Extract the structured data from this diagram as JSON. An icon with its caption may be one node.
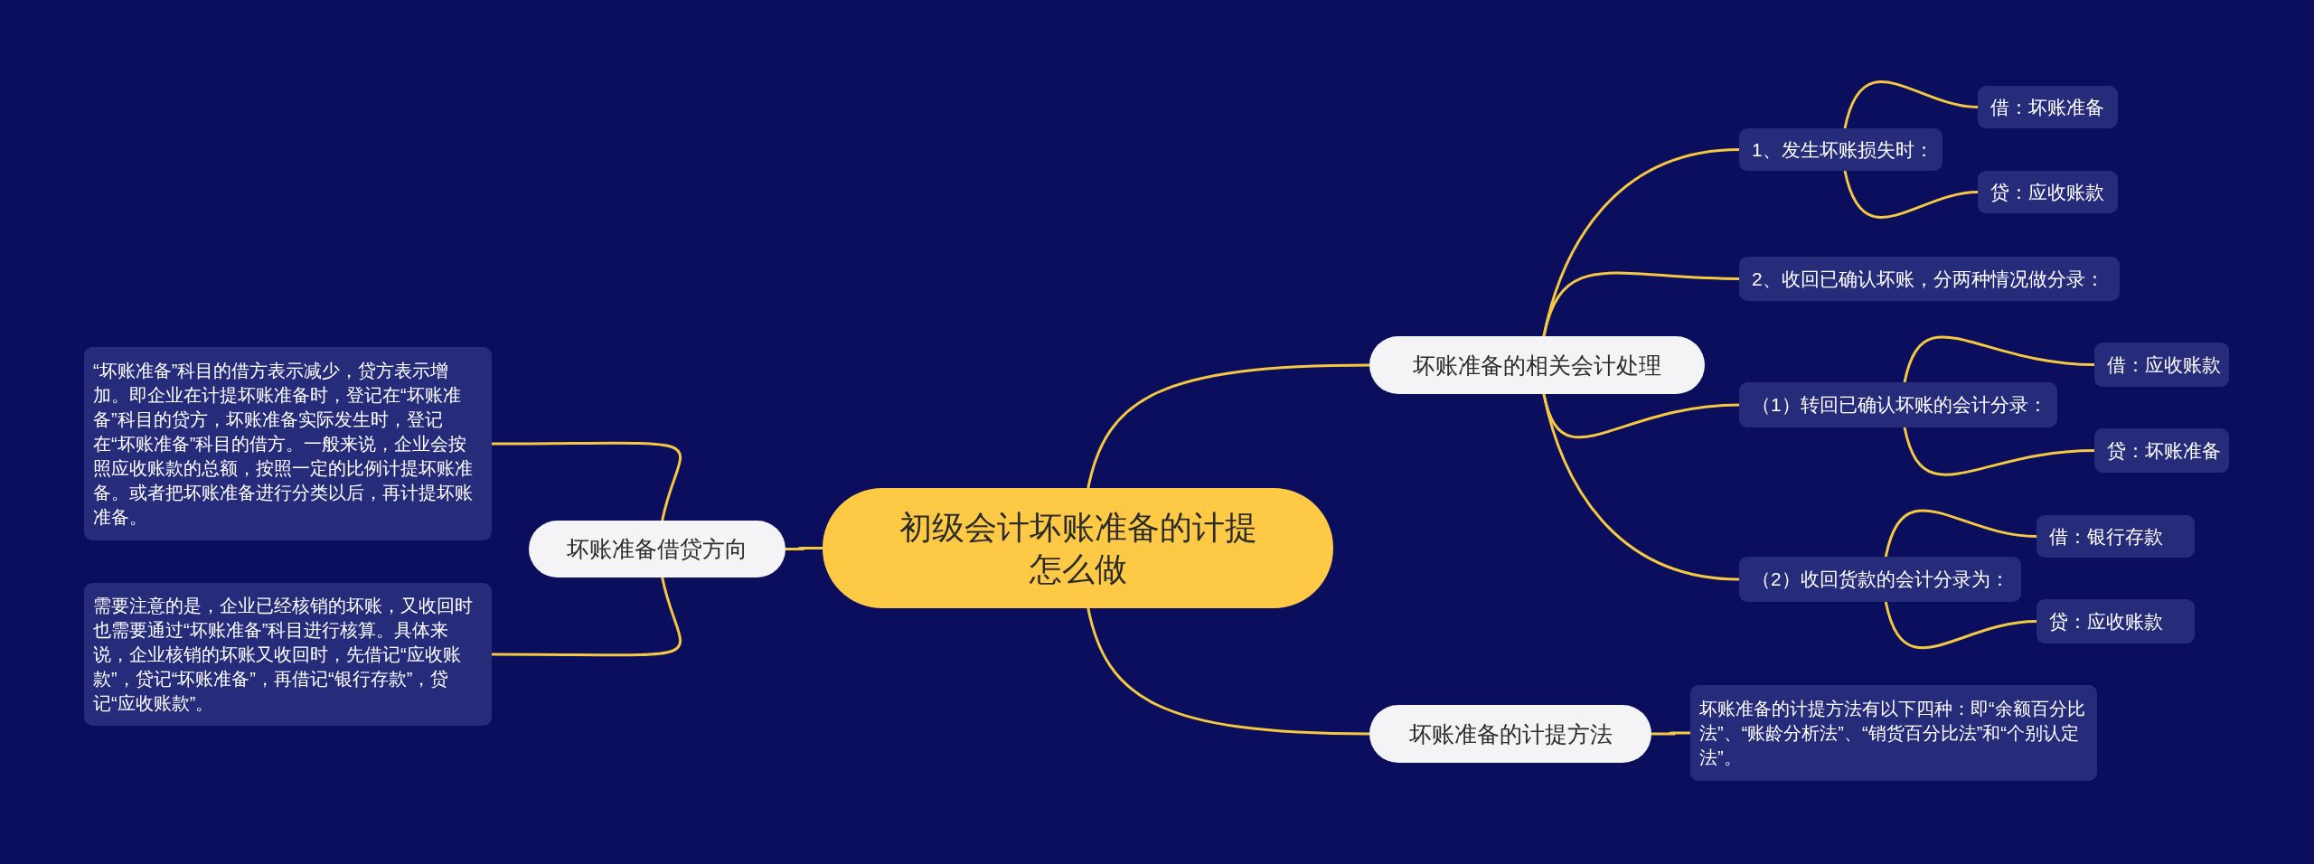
{
  "diagram": {
    "nodes": [
      {
        "text": [
          "初级会计坏账准备的计提怎么做"
        ]
      },
      {
        "text": [
          "坏账准备的相关会计处理"
        ]
      },
      {
        "text": [
          "1、发生坏账损失时："
        ]
      },
      {
        "text": [
          "借：坏账准备"
        ]
      },
      {
        "text": [
          "贷：应收账款"
        ]
      },
      {
        "text": [
          "2、收回已确认坏账，分两种情况做分录："
        ]
      },
      {
        "text": [
          "（1）转回已确认坏账的会计分录："
        ]
      },
      {
        "text": [
          "借：应收账款"
        ]
      },
      {
        "text": [
          "贷：坏账准备"
        ]
      },
      {
        "text": [
          "（2）收回货款的会计分录为："
        ]
      },
      {
        "text": [
          "借：银行存款"
        ]
      },
      {
        "text": [
          "贷：应收账款"
        ]
      },
      {
        "text": [
          "坏账准备的计提方法"
        ]
      },
      {
        "text": [
          "坏账准备的计提方法有以下四种：即“余额百分比法”、“账龄分析法”、“销货百分比法”和“个别认定法”。"
        ]
      },
      {
        "text": [
          "坏账准备借贷方向"
        ]
      },
      {
        "text": [
          "“坏账准备”科目的借方表示减少，贷方表示增加。即企业在计提坏账准备时，登记在“坏账准备”科目的贷方，坏账准备实际发生时，登记在“坏账准备”科目的借方。一般来说，企业会按照应收账款的总额，按照一定的比例计提坏账准备。或者把坏账准备进行分类以后，再计提坏账准备。"
        ]
      },
      {
        "text": [
          "需要注意的是，企业已经核销的坏账，又收回时也需要通过“坏账准备”科目进行核算。具体来说，企业核销的坏账又收回时，先借记“应收账款”，贷记“坏账准备”，再借记“银行存款”，贷记“应收账款”。"
        ]
      }
    ],
    "edges": [
      {
        "from": 0,
        "to": 1,
        "arrow": "none"
      },
      {
        "from": 0,
        "to": 12,
        "arrow": "none"
      },
      {
        "from": 0,
        "to": 14,
        "arrow": "none"
      },
      {
        "from": 1,
        "to": 2,
        "arrow": "none"
      },
      {
        "from": 1,
        "to": 5,
        "arrow": "none"
      },
      {
        "from": 1,
        "to": 6,
        "arrow": "none"
      },
      {
        "from": 1,
        "to": 9,
        "arrow": "none"
      },
      {
        "from": 2,
        "to": 3,
        "arrow": "none"
      },
      {
        "from": 2,
        "to": 4,
        "arrow": "none"
      },
      {
        "from": 6,
        "to": 7,
        "arrow": "none"
      },
      {
        "from": 6,
        "to": 8,
        "arrow": "none"
      },
      {
        "from": 9,
        "to": 10,
        "arrow": "none"
      },
      {
        "from": 9,
        "to": 11,
        "arrow": "none"
      },
      {
        "from": 12,
        "to": 13,
        "arrow": "none"
      },
      {
        "from": 14,
        "to": 15,
        "arrow": "none"
      },
      {
        "from": 14,
        "to": 16,
        "arrow": "none"
      }
    ]
  }
}
